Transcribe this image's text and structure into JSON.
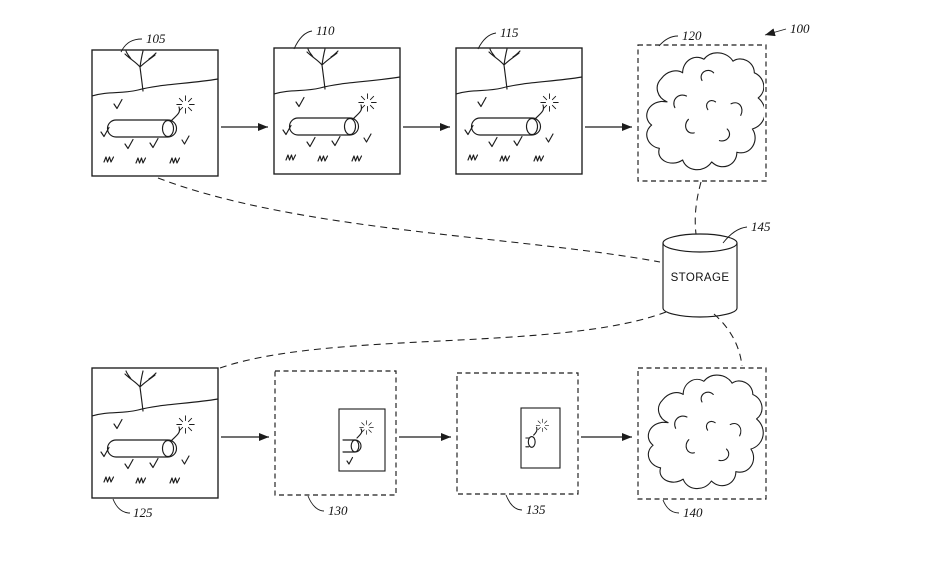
{
  "figure": {
    "overall_ref": "100",
    "storage": {
      "label": "STORAGE",
      "ref": "145"
    },
    "top_row": [
      {
        "ref": "105",
        "content": "field-scene-with-pipe-and-flare"
      },
      {
        "ref": "110",
        "content": "field-scene-with-pipe-and-flare"
      },
      {
        "ref": "115",
        "content": "field-scene-with-pipe-and-flare"
      },
      {
        "ref": "120",
        "content": "cloud"
      }
    ],
    "bottom_row": [
      {
        "ref": "125",
        "content": "field-scene-with-pipe-and-flare"
      },
      {
        "ref": "130",
        "content": "cropped-pipe-end-with-flare"
      },
      {
        "ref": "135",
        "content": "cropped-pipe-end-with-flare-small"
      },
      {
        "ref": "140",
        "content": "cloud"
      }
    ]
  }
}
